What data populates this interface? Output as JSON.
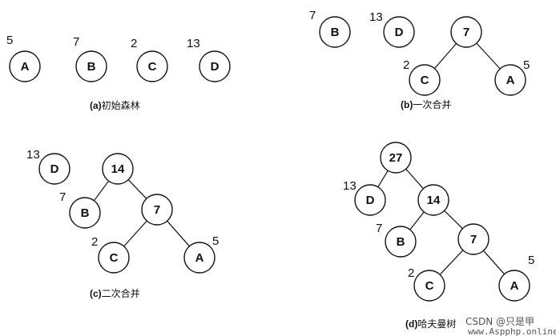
{
  "panels": [
    {
      "id": "a",
      "caption_tag": "(a)",
      "caption_text": "初始森林",
      "nodes": [
        {
          "id": "a-A",
          "label": "A",
          "weight": "5"
        },
        {
          "id": "a-B",
          "label": "B",
          "weight": "7"
        },
        {
          "id": "a-C",
          "label": "C",
          "weight": "2"
        },
        {
          "id": "a-D",
          "label": "D",
          "weight": "13"
        }
      ],
      "edges": []
    },
    {
      "id": "b",
      "caption_tag": "(b)",
      "caption_text": "一次合并",
      "nodes": [
        {
          "id": "b-B",
          "label": "B",
          "weight": "7"
        },
        {
          "id": "b-D",
          "label": "D",
          "weight": "13"
        },
        {
          "id": "b-7",
          "label": "7",
          "weight": ""
        },
        {
          "id": "b-C",
          "label": "C",
          "weight": "2"
        },
        {
          "id": "b-A",
          "label": "A",
          "weight": "5"
        }
      ],
      "edges": [
        [
          "b-7",
          "b-C"
        ],
        [
          "b-7",
          "b-A"
        ]
      ]
    },
    {
      "id": "c",
      "caption_tag": "(c)",
      "caption_text": "二次合并",
      "nodes": [
        {
          "id": "c-D",
          "label": "D",
          "weight": "13"
        },
        {
          "id": "c-14",
          "label": "14",
          "weight": ""
        },
        {
          "id": "c-B",
          "label": "B",
          "weight": "7"
        },
        {
          "id": "c-7",
          "label": "7",
          "weight": ""
        },
        {
          "id": "c-C",
          "label": "C",
          "weight": "2"
        },
        {
          "id": "c-A",
          "label": "A",
          "weight": "5"
        }
      ],
      "edges": [
        [
          "c-14",
          "c-B"
        ],
        [
          "c-14",
          "c-7"
        ],
        [
          "c-7",
          "c-C"
        ],
        [
          "c-7",
          "c-A"
        ]
      ]
    },
    {
      "id": "d",
      "caption_tag": "(d)",
      "caption_text": "哈夫曼树",
      "nodes": [
        {
          "id": "d-27",
          "label": "27",
          "weight": ""
        },
        {
          "id": "d-D",
          "label": "D",
          "weight": "13"
        },
        {
          "id": "d-14",
          "label": "14",
          "weight": ""
        },
        {
          "id": "d-B",
          "label": "B",
          "weight": "7"
        },
        {
          "id": "d-7",
          "label": "7",
          "weight": ""
        },
        {
          "id": "d-C",
          "label": "C",
          "weight": "2"
        },
        {
          "id": "d-A",
          "label": "A",
          "weight": "5"
        }
      ],
      "edges": [
        [
          "d-27",
          "d-D"
        ],
        [
          "d-27",
          "d-14"
        ],
        [
          "d-14",
          "d-B"
        ],
        [
          "d-14",
          "d-7"
        ],
        [
          "d-7",
          "d-C"
        ],
        [
          "d-7",
          "d-A"
        ]
      ]
    }
  ],
  "watermark": {
    "line1": "CSDN @只是甲",
    "line2": "www.Aspphp.online"
  }
}
